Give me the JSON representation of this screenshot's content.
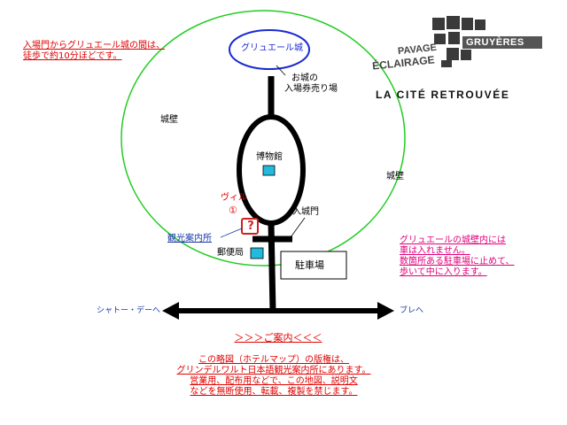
{
  "map": {
    "castle": "グリュエール城",
    "ticket_booth": [
      "お城の",
      "入場券売り場"
    ],
    "city_wall_left": "城壁",
    "city_wall_right": "城壁",
    "museum": "博物館",
    "village": "ヴィル",
    "marker_one": "①",
    "gate": "入城門",
    "tourist_info": "観光案内所",
    "post_office": "郵便局",
    "parking": "駐車場",
    "to_chateau_doex": "シャトー・デーへ",
    "to_bulle": "ブレへ"
  },
  "notes": {
    "walk_time": [
      "入場門からグリュエール城の間は、",
      "徒歩で約10分ほどです。"
    ],
    "no_cars": [
      "グリュエールの城壁内には",
      "車は入れません。",
      "数箇所ある駐車場に止めて、",
      "歩いて中に入ります。"
    ]
  },
  "logo": {
    "pavage": "PAVAGE",
    "eclairage": "ÉCLAIRAGE",
    "gruyeres": "GRUYÈRES",
    "tagline": "LA CITÉ RETROUVÉE"
  },
  "footer": {
    "heading": "＞＞＞ご案内＜＜＜",
    "lines": [
      "この略図（ホテルマップ）の版権は、",
      "グリンデルワルト日本語観光案内所にあります。",
      "営業用、配布用などで、この地図、説明文",
      "などを無断使用、転載、複製を禁じます。"
    ]
  },
  "colors": {
    "wall": "#22cc22",
    "castle_ring": "#1a2ad0",
    "road": "#000000",
    "building_fill": "#22bbdd",
    "info_red": "#cc2222",
    "note_red": "#e00000",
    "note_pink": "#e0007a",
    "link_blue": "#1a3aa8"
  }
}
